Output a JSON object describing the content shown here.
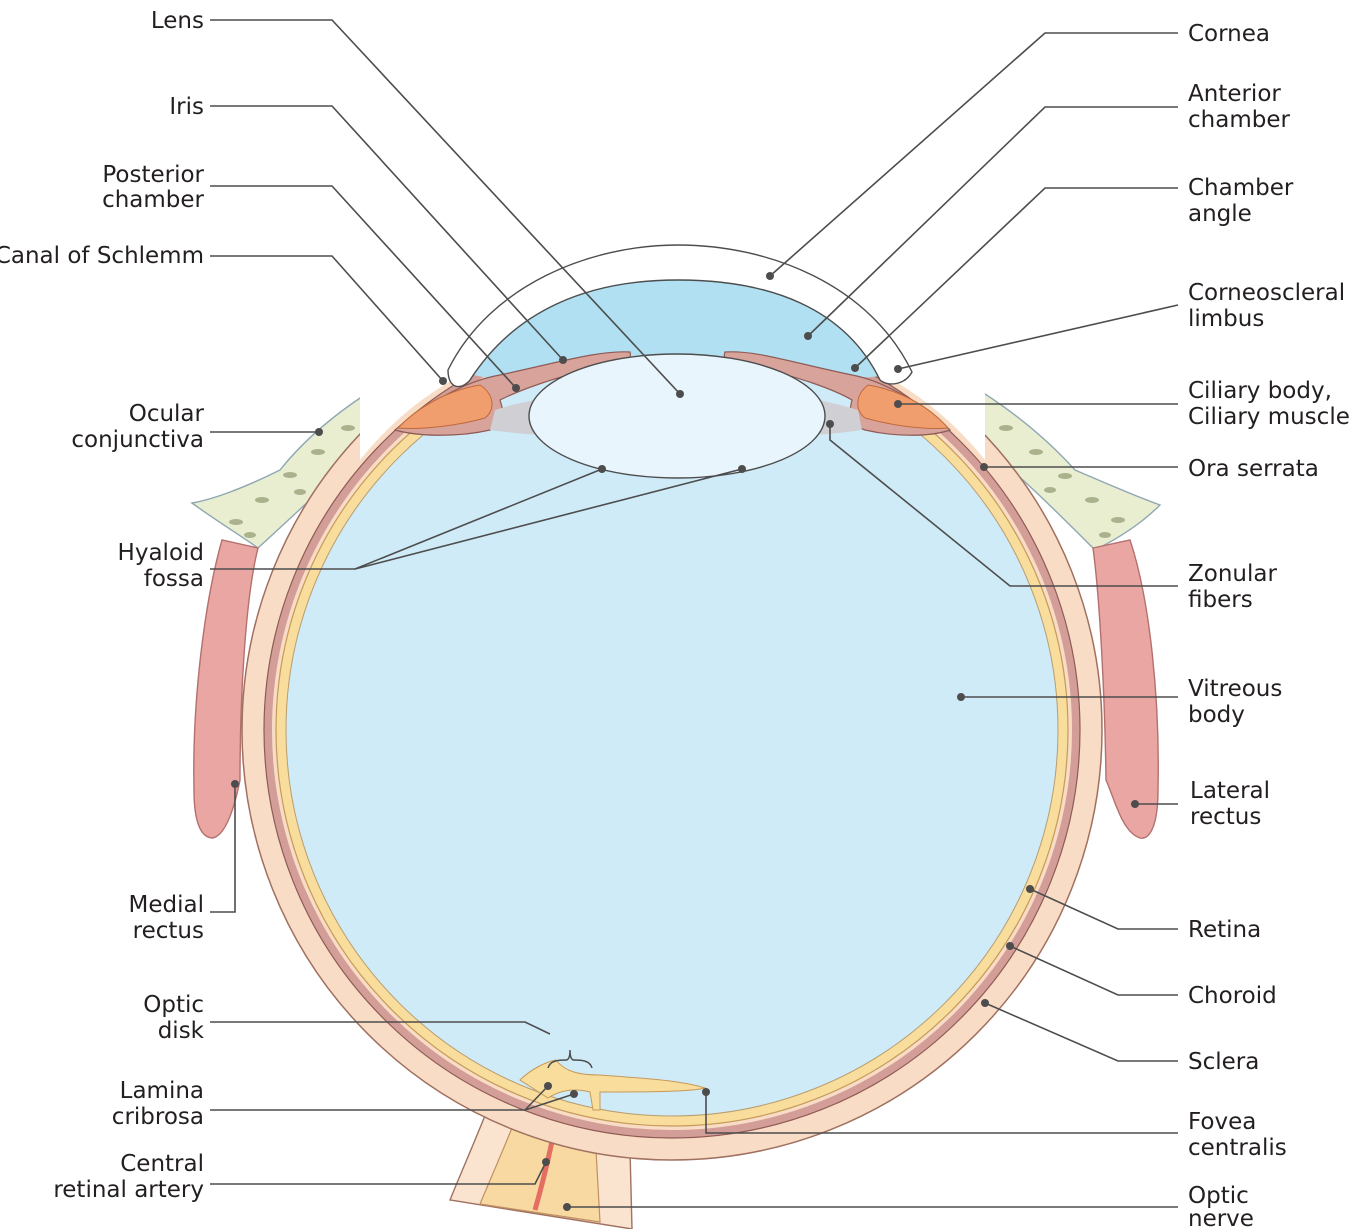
{
  "colors": {
    "sclera": "#f8dcc6",
    "choroid": "#d49e98",
    "retina": "#f8dd9c",
    "vitreous": "#d0ebf8",
    "anterior_chamber": "#b0e0f2",
    "lens": "#e8f5fd",
    "cornea": "#ffffff",
    "iris_ciliary": "#d7a39a",
    "ciliary_muscle": "#f19e6e",
    "zonular": "#cfcfd4",
    "conjunctiva": "#e9eed0",
    "rectus_muscle": "#eaa6a3",
    "optic_nerve": "#f8d9a2",
    "artery": "#e46e62",
    "leader": "#4d4d4d",
    "text": "#231f20"
  },
  "labels": {
    "lens": "Lens",
    "iris": "Iris",
    "posterior_chamber": [
      "Posterior",
      "chamber"
    ],
    "canal_schlemm": "Canal of Schlemm",
    "ocular_conjunctiva": [
      "Ocular",
      "conjunctiva"
    ],
    "hyaloid_fossa": [
      "Hyaloid",
      "fossa"
    ],
    "medial_rectus": [
      "Medial",
      "rectus"
    ],
    "optic_disk": [
      "Optic",
      "disk"
    ],
    "lamina_cribrosa": [
      "Lamina",
      "cribrosa"
    ],
    "central_retinal_artery": [
      "Central",
      "retinal artery"
    ],
    "cornea": "Cornea",
    "anterior_chamber": [
      "Anterior",
      "chamber"
    ],
    "chamber_angle": [
      "Chamber",
      "angle"
    ],
    "corneoscleral_limbus": [
      "Corneoscleral",
      "limbus"
    ],
    "ciliary_body": [
      "Ciliary body,",
      "Ciliary muscle"
    ],
    "ora_serrata": "Ora serrata",
    "zonular_fibers": [
      "Zonular",
      "fibers"
    ],
    "vitreous_body": [
      "Vitreous",
      "body"
    ],
    "lateral_rectus": [
      "Lateral",
      "rectus"
    ],
    "retina": "Retina",
    "choroid": "Choroid",
    "sclera": "Sclera",
    "fovea_centralis": [
      "Fovea",
      "centralis"
    ],
    "optic_nerve": [
      "Optic",
      "nerve"
    ]
  }
}
